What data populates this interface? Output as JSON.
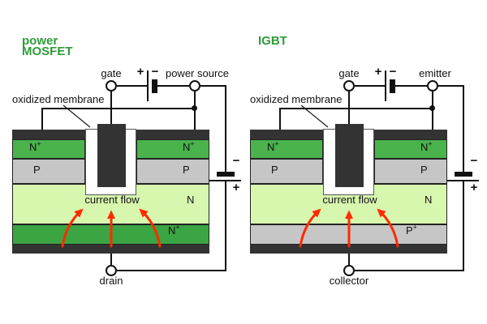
{
  "colors": {
    "title": "#2e9b3a",
    "metal": "#333333",
    "n_plus": "#4ab34c",
    "n_plus_dark": "#3ba443",
    "p_gray": "#c6c6c6",
    "n_drift": "#d7f6ae",
    "arrow": "#ff2b00"
  },
  "mosfet": {
    "title1": "power",
    "title2": "MOSFET",
    "gate_label": "gate",
    "battery_plus": "+",
    "battery_minus": "−",
    "top_terminal_label": "power source",
    "membrane_label": "oxidized membrane",
    "current_flow_label": "current flow",
    "bottom_terminal_label": "drain",
    "side_battery_minus": "−",
    "side_battery_plus": "+",
    "layers": {
      "n_left": {
        "base": "N",
        "sup": "+"
      },
      "n_right": {
        "base": "N",
        "sup": "+"
      },
      "p_left": {
        "base": "P",
        "sup": ""
      },
      "p_right": {
        "base": "P",
        "sup": ""
      },
      "drift": {
        "base": "N",
        "sup": ""
      },
      "bottom": {
        "base": "N",
        "sup": "+"
      }
    }
  },
  "igbt": {
    "title1": "IGBT",
    "title2": "",
    "gate_label": "gate",
    "battery_plus": "+",
    "battery_minus": "−",
    "top_terminal_label": "emitter",
    "membrane_label": "oxidized membrane",
    "current_flow_label": "current flow",
    "bottom_terminal_label": "collector",
    "side_battery_minus": "−",
    "side_battery_plus": "+",
    "layers": {
      "n_left": {
        "base": "N",
        "sup": "+"
      },
      "n_right": {
        "base": "N",
        "sup": "+"
      },
      "p_left": {
        "base": "P",
        "sup": ""
      },
      "p_right": {
        "base": "P",
        "sup": ""
      },
      "drift": {
        "base": "N",
        "sup": ""
      },
      "bottom": {
        "base": "P",
        "sup": "+"
      }
    }
  }
}
